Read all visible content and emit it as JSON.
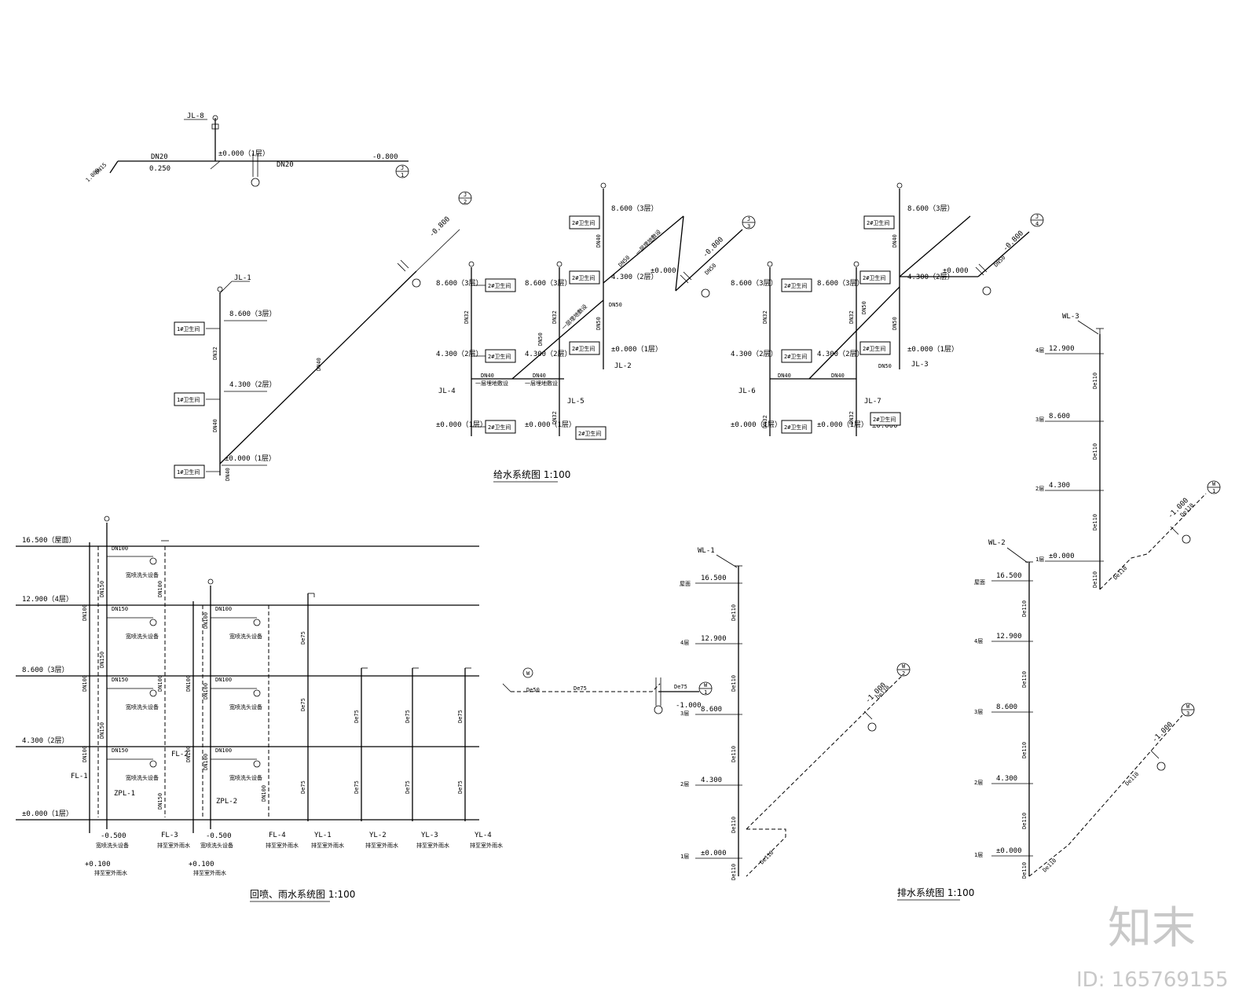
{
  "titles": {
    "supply": "给水系统图 1:100",
    "reclaimed_rain": "回喷、雨水系统图 1:100",
    "drainage": "排水系统图 1:100"
  },
  "levels": {
    "roof": "16.500",
    "roof_full": "16.500（屋面）",
    "l4": "12.900（4层）",
    "l4_plain": "12.900",
    "l3": "8.600（3层）",
    "l3_plain": "8.600",
    "l2": "4.300（2层）",
    "l2_plain": "4.300",
    "l1": "±0.000（1层）",
    "l1_plain": "±0.000",
    "minus080": "-0.800",
    "minus100": "-1.000",
    "minus050": "-0.500",
    "plus010": "+0.100",
    "level_025": "0.250",
    "level_1000": "1.000"
  },
  "risers": {
    "jl1": "JL-1",
    "jl2": "JL-2",
    "jl3": "JL-3",
    "jl4": "JL-4",
    "jl5": "JL-5",
    "jl6": "JL-6",
    "jl7": "JL-7",
    "jl8": "JL-8",
    "wl1": "WL-1",
    "wl2": "WL-2",
    "wl3": "WL-3",
    "fl1": "FL-1",
    "fl2": "FL-2",
    "fl3": "FL-3",
    "fl4": "FL-4",
    "zpl1": "ZPL-1",
    "zpl2": "ZPL-2",
    "yl1": "YL-1",
    "yl2": "YL-2",
    "yl3": "YL-3",
    "yl4": "YL-4"
  },
  "pipes": {
    "dn20": "DN20",
    "dn15": "DN15",
    "dn32": "DN32",
    "dn40": "DN40",
    "dn50": "DN50",
    "dn100": "DN100",
    "dn150": "DN150",
    "de50": "De50",
    "de75": "De75",
    "de110": "De110"
  },
  "rooms": {
    "wc1": "1#卫生间",
    "wc2": "2#卫生间"
  },
  "notes": {
    "buried": "一层埋地敷设",
    "equipment": "宽喷洗头设备",
    "outlet": "排至室外雨水",
    "roof": "屋面",
    "f4": "4层",
    "f3": "3层",
    "f2": "2层",
    "f1": "1层",
    "bubble_j": "J",
    "bubble_w": "W",
    "bubble_1": "1",
    "bubble_2": "2",
    "bubble_3": "3",
    "bubble_4": "4"
  },
  "watermark": {
    "logo": "知末",
    "id": "ID: 165769155"
  }
}
